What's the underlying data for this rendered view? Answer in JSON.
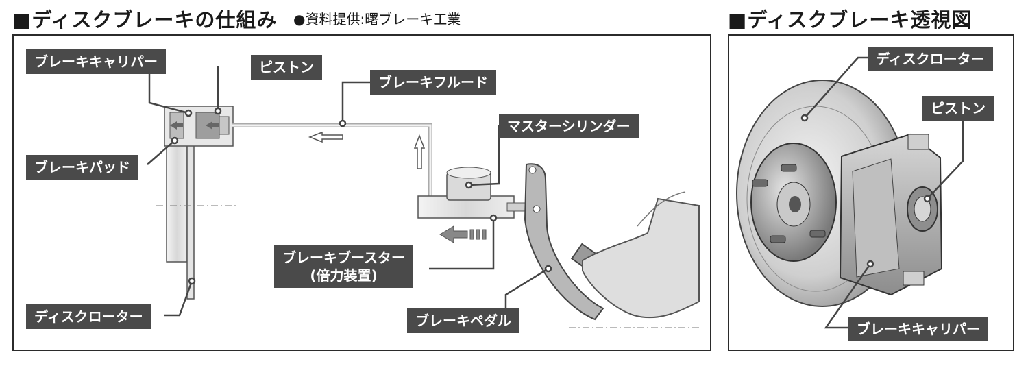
{
  "left_title": "■ディスクブレーキの仕組み",
  "credit": "●資料提供:曙ブレーキ工業",
  "right_title": "■ディスクブレーキ透視図",
  "left_labels": {
    "caliper": "ブレーキキャリパー",
    "piston": "ピストン",
    "fluid": "ブレーキフルード",
    "master_cylinder": "マスターシリンダー",
    "pad": "ブレーキパッド",
    "booster_line1": "ブレーキブースター",
    "booster_line2": "(倍力装置)",
    "rotor": "ディスクローター",
    "pedal": "ブレーキペダル"
  },
  "right_labels": {
    "rotor": "ディスクローター",
    "piston": "ピストン",
    "caliper": "ブレーキキャリパー"
  }
}
